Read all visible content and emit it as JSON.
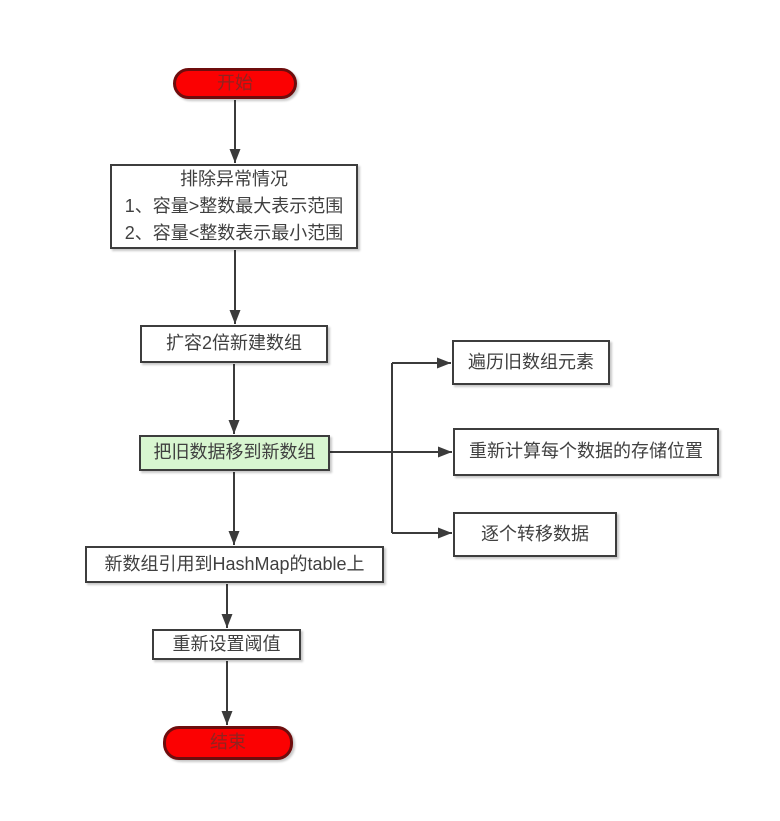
{
  "flowchart": {
    "nodes": {
      "start": {
        "label": "开始",
        "shape": "terminator"
      },
      "exclude": {
        "title": "排除异常情况",
        "items": [
          "1、容量>整数最大表示范围",
          "2、容量<整数表示最小范围"
        ]
      },
      "expand": {
        "label": "扩容2倍新建数组"
      },
      "migrate": {
        "label": "把旧数据移到新数组",
        "highlighted": true
      },
      "iterate": {
        "label": "遍历旧数组元素"
      },
      "recompute": {
        "label": "重新计算每个数据的存储位置"
      },
      "transfer": {
        "label": "逐个转移数据"
      },
      "assign": {
        "label": "新数组引用到HashMap的table上"
      },
      "threshold": {
        "label": "重新设置阈值"
      },
      "end": {
        "label": "结束",
        "shape": "terminator"
      }
    },
    "colors": {
      "background": "#ffffff",
      "connector": "#3b3b3b",
      "process_border": "#3d3d3d",
      "process_text": "#404040",
      "highlight_fill": "#d8f6d0",
      "terminal_fill": "#fb0102",
      "terminal_border": "#6e0d0d",
      "terminal_text": "#8f2420"
    }
  }
}
